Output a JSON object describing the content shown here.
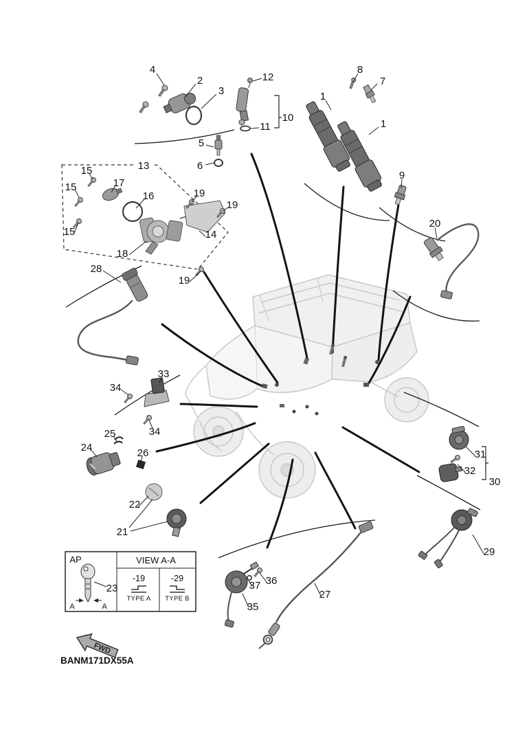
{
  "figure": {
    "code": "BANM171DX55A",
    "fwd": "FWD"
  },
  "legend": {
    "ap": "AP",
    "view": "VIEW A-A",
    "ref_a": "-19",
    "ref_b": "-29",
    "type_a": "TYPE A",
    "type_b": "TYPE B",
    "a_left": "A",
    "a_right": "A"
  },
  "callouts": [
    {
      "num": "4"
    },
    {
      "num": "2"
    },
    {
      "num": "3"
    },
    {
      "num": "12"
    },
    {
      "num": "10"
    },
    {
      "num": "11"
    },
    {
      "num": "8"
    },
    {
      "num": "7"
    },
    {
      "num": "1"
    },
    {
      "num": "1"
    },
    {
      "num": "5"
    },
    {
      "num": "6"
    },
    {
      "num": "9"
    },
    {
      "num": "13"
    },
    {
      "num": "15"
    },
    {
      "num": "17"
    },
    {
      "num": "15"
    },
    {
      "num": "16"
    },
    {
      "num": "19"
    },
    {
      "num": "19"
    },
    {
      "num": "14"
    },
    {
      "num": "15"
    },
    {
      "num": "18"
    },
    {
      "num": "20"
    },
    {
      "num": "28"
    },
    {
      "num": "19"
    },
    {
      "num": "33"
    },
    {
      "num": "34"
    },
    {
      "num": "34"
    },
    {
      "num": "25"
    },
    {
      "num": "24"
    },
    {
      "num": "26"
    },
    {
      "num": "31"
    },
    {
      "num": "32"
    },
    {
      "num": "30"
    },
    {
      "num": "22"
    },
    {
      "num": "21"
    },
    {
      "num": "29"
    },
    {
      "num": "23"
    },
    {
      "num": "36"
    },
    {
      "num": "37"
    },
    {
      "num": "35"
    },
    {
      "num": "27"
    }
  ],
  "colors": {
    "ink": "#111111",
    "ghost": "#c6c6c6"
  }
}
